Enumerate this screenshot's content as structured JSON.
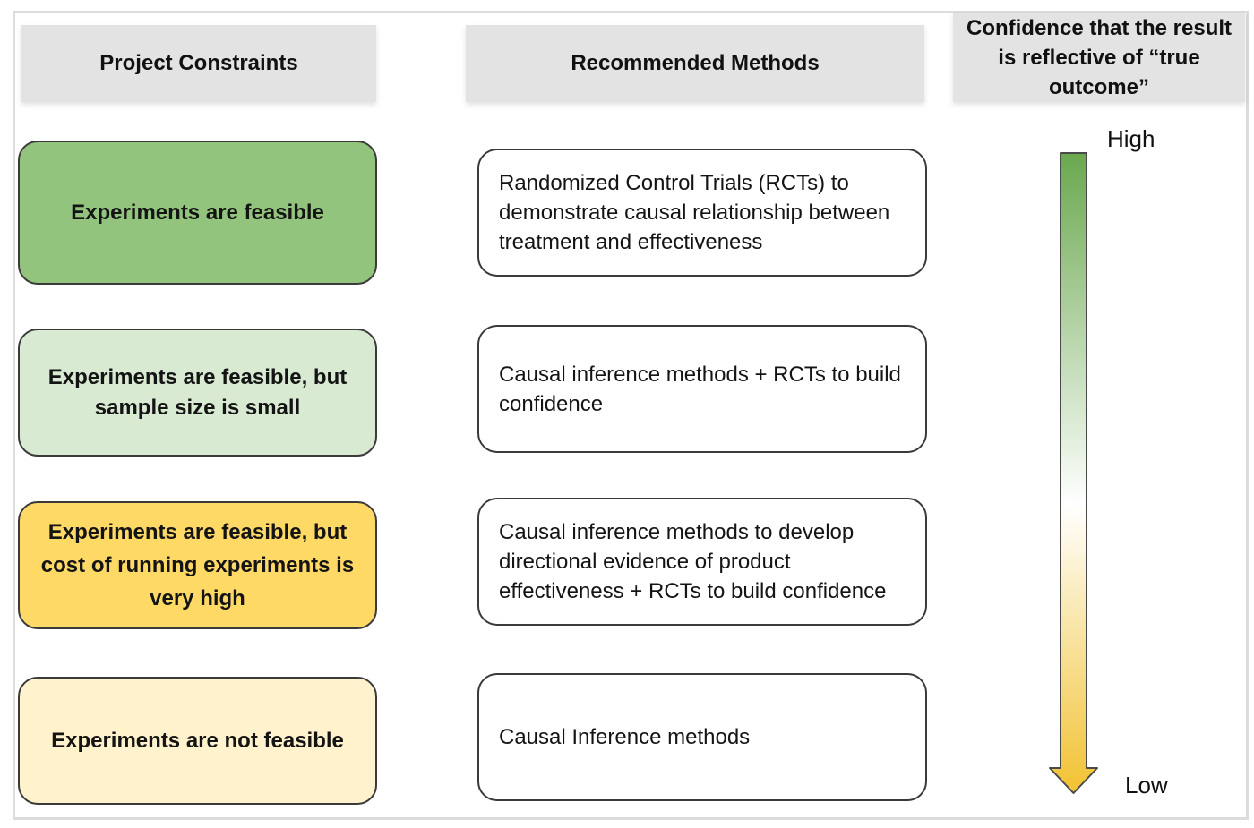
{
  "headers": {
    "constraints": "Project Constraints",
    "methods": "Recommended Methods",
    "confidence": "Confidence that the result is reflective of “true outcome”"
  },
  "rows": [
    {
      "constraint": "Experiments are feasible",
      "method": "Randomized Control Trials (RCTs) to demonstrate causal relationship between treatment and effectiveness",
      "color": "#93c47d"
    },
    {
      "constraint": "Experiments are feasible, but sample size is small",
      "method": "Causal inference methods + RCTs to build confidence",
      "color": "#d9ead3"
    },
    {
      "constraint": "Experiments are feasible, but cost of running experiments is very high",
      "method": "Causal inference methods to develop directional evidence of product effectiveness + RCTs to build confidence",
      "color": "#ffd966"
    },
    {
      "constraint": "Experiments are not feasible",
      "method": "Causal Inference methods",
      "color": "#fff2cc"
    }
  ],
  "scale": {
    "high": "High",
    "low": "Low",
    "color_top": "#6aa84f",
    "color_mid": "#ffffff",
    "color_bottom": "#f1c232"
  }
}
